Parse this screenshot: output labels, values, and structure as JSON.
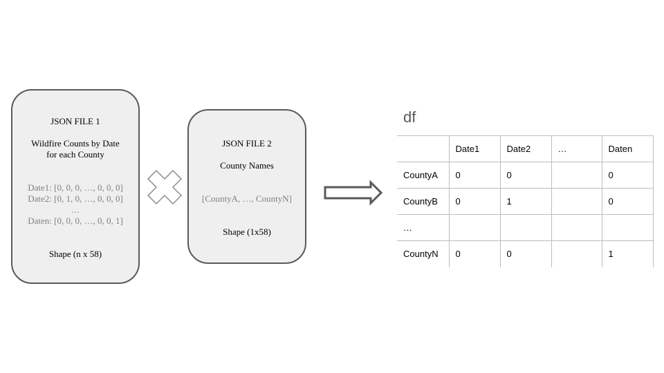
{
  "file1": {
    "title": "JSON FILE 1",
    "desc_line1": "Wildfire Counts by Date",
    "desc_line2": "for each County",
    "rows": [
      "Date1: [0, 0, 0, …, 0, 0, 0]",
      "Date2: [0, 1, 0, …, 0, 0, 0]",
      "…",
      "Daten: [0, 0, 0, …, 0, 0, 1]"
    ],
    "shape": "Shape (n x 58)"
  },
  "file2": {
    "title": "JSON FILE 2",
    "desc": "County Names",
    "list": "[CountyA, …, CountyN]",
    "shape": "Shape (1x58)"
  },
  "colors": {
    "box_fill": "#efefef",
    "box_border": "#595959",
    "grey_text": "#7f7f7f",
    "table_border": "#bdbdbd"
  },
  "icons": {
    "operator": "cross-multiply-icon",
    "result": "right-arrow-icon"
  },
  "df": {
    "label": "df",
    "header": [
      "",
      "Date1",
      "Date2",
      "…",
      "Daten"
    ],
    "rows": [
      [
        "CountyA",
        "0",
        "0",
        "",
        "0"
      ],
      [
        "CountyB",
        "0",
        "1",
        "",
        "0"
      ],
      [
        "…",
        "",
        "",
        "",
        ""
      ],
      [
        "CountyN",
        "0",
        "0",
        "",
        "1"
      ]
    ]
  }
}
